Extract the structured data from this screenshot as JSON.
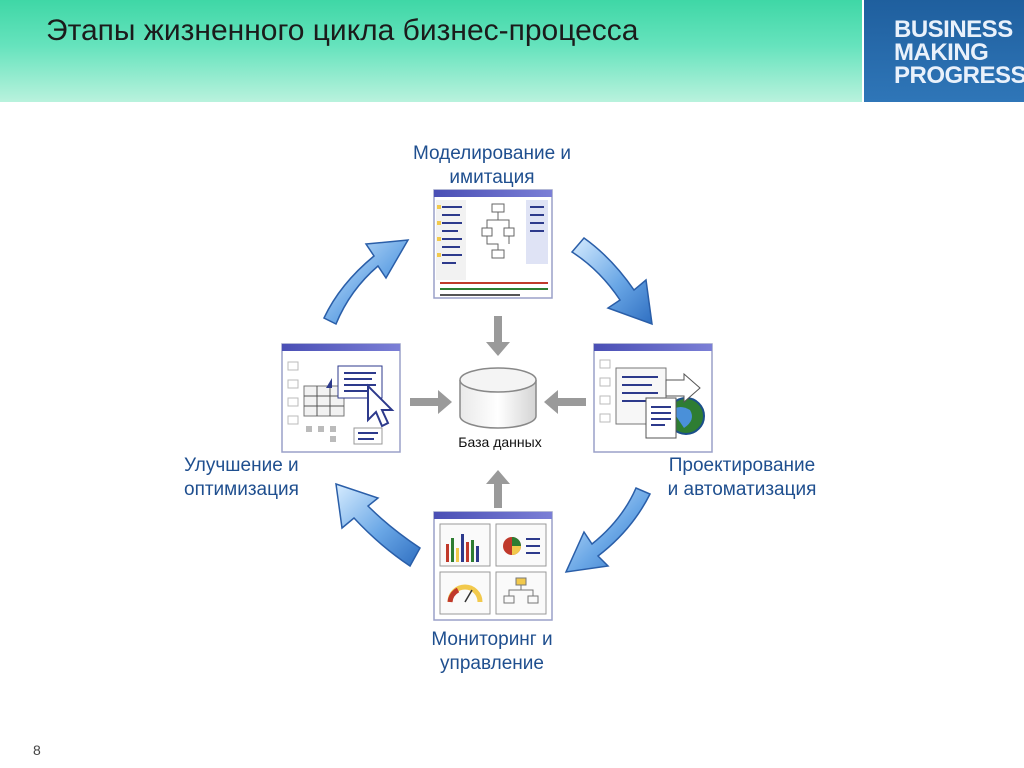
{
  "header": {
    "title": "Этапы жизненного цикла бизнес-процесса"
  },
  "brand": {
    "line1": "BUSINESS",
    "line2": "MAKING",
    "line3": "PROGRESS",
    "tm": "™"
  },
  "diagram": {
    "center_label": "База данных",
    "stages": [
      {
        "line1": "Моделирование и",
        "line2": "имитация"
      },
      {
        "line1": "Проектирование",
        "line2": "и автоматизация"
      },
      {
        "line1": "Мониторинг и",
        "line2": "управление"
      },
      {
        "line1": "Улучшение и",
        "line2": "оптимизация"
      }
    ]
  },
  "footer": {
    "page_number": "8"
  },
  "colors": {
    "header_green": "#3fd7a6",
    "brand_blue": "#2f76b8",
    "label_blue": "#1f4f8f",
    "arrow_blue": "#4a8fd6"
  }
}
